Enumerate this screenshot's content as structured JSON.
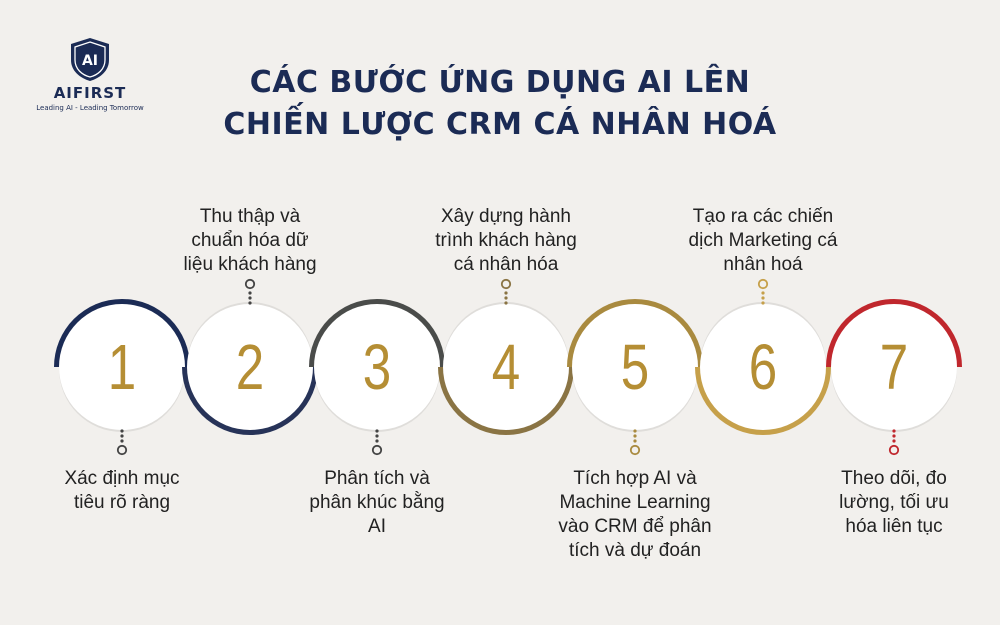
{
  "logo": {
    "name": "AIFIRST",
    "mark": "AI",
    "tagline": "Leading AI - Leading Tomorrow"
  },
  "title": {
    "line1": "CÁC BƯỚC ỨNG DỤNG AI LÊN",
    "line2": "CHIẾN LƯỢC CRM CÁ NHÂN HOÁ"
  },
  "steps": [
    {
      "number": "1",
      "text": "Xác định mục tiêu rõ ràng",
      "ring_color": "#1b2b55",
      "ring_side": "top"
    },
    {
      "number": "2",
      "text": "Thu thập và chuẩn hóa dữ liệu khách hàng",
      "ring_color": "#273358",
      "ring_side": "bottom"
    },
    {
      "number": "3",
      "text": "Phân tích và phân khúc bằng AI",
      "ring_color": "#4a4c4a",
      "ring_side": "top"
    },
    {
      "number": "4",
      "text": "Xây dựng hành trình khách hàng cá nhân hóa",
      "ring_color": "#8a7444",
      "ring_side": "bottom"
    },
    {
      "number": "5",
      "text": "Tích hợp AI và Machine Learning vào CRM để phân tích và dự đoán",
      "ring_color": "#a98a3f",
      "ring_side": "top"
    },
    {
      "number": "6",
      "text": "Tạo ra các chiến dịch Marketing cá nhân hoá",
      "ring_color": "#c6a04a",
      "ring_side": "bottom"
    },
    {
      "number": "7",
      "text": "Theo dõi, đo lường, tối ưu hóa liên tục",
      "ring_color": "#c0272d",
      "ring_side": "top"
    }
  ],
  "colors": {
    "background": "#f2f0ed",
    "title": "#1b2b55",
    "number": "#b58e34"
  },
  "icons": {
    "logo": "shield-ai-icon",
    "connector": "dotted-line-pin-icon"
  }
}
